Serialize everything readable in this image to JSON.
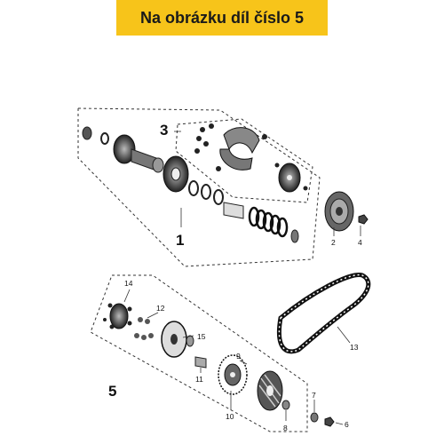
{
  "banner": {
    "title": "Na obrázku díl číslo 5",
    "background": "#f7c41a"
  },
  "diagram": {
    "group_labels": [
      "1",
      "3",
      "5"
    ],
    "part_labels": [
      "2",
      "4",
      "6",
      "7",
      "8",
      "9",
      "10",
      "11",
      "12",
      "13",
      "14",
      "15"
    ]
  }
}
